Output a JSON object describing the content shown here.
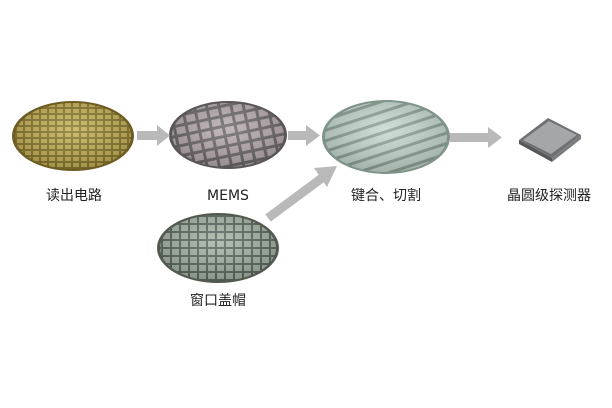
{
  "process_flow": {
    "steps": [
      {
        "id": "readout",
        "label": "读出电路",
        "color": "#b8a24a"
      },
      {
        "id": "mems",
        "label": "MEMS",
        "color": "#9a8f8a"
      },
      {
        "id": "bond",
        "label": "键合、切割",
        "color": "#a9c4b9"
      },
      {
        "id": "wlp",
        "label": "晶圆级探测器",
        "color": "#8d8f93"
      },
      {
        "id": "cap",
        "label": "窗口盖帽",
        "color": "#8f9c8f"
      }
    ],
    "arrow_color": "#b9b9b9"
  }
}
